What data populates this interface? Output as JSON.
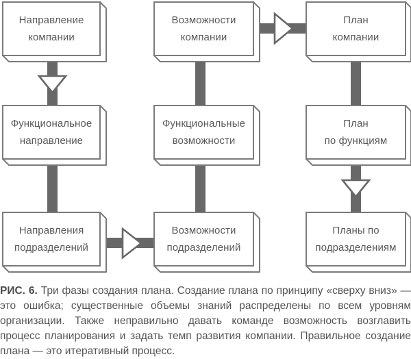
{
  "figure": {
    "type": "flow-diagram",
    "colors": {
      "box_fill": "#ffffff",
      "box_border": "#7b7b7b",
      "connector": "#686868",
      "box_text": "#595959",
      "caption_text": "#545454"
    },
    "boxes": [
      {
        "id": "company-direction",
        "line1": "Направление",
        "line2": "компании"
      },
      {
        "id": "functional-direction",
        "line1": "Функциональное",
        "line2": "направление"
      },
      {
        "id": "division-directions",
        "line1": "Направления",
        "line2": "подразделений"
      },
      {
        "id": "company-capabilities",
        "line1": "Возможности",
        "line2": "компании"
      },
      {
        "id": "functional-capabilities",
        "line1": "Функциональные",
        "line2": "возможности"
      },
      {
        "id": "division-capabilities",
        "line1": "Возможности",
        "line2": "подразделений"
      },
      {
        "id": "company-plan",
        "line1": "План",
        "line2": "компании"
      },
      {
        "id": "function-plan",
        "line1": "План",
        "line2": "по функциям"
      },
      {
        "id": "division-plans",
        "line1": "Планы по",
        "line2": "подразделениям"
      }
    ],
    "flow_arrows": [
      "company-direction → functional-direction (down)",
      "division-directions → division-capabilities (right)",
      "company-capabilities → company-plan (right)",
      "function-plan → division-plans (down)"
    ]
  },
  "caption": {
    "label": "РИС. 6.",
    "text": " Три фазы создания плана. Создание плана по принципу «сверху вниз» — это ошибка; существенные объемы знаний распределены по всем уровням организации. Также неправильно давать команде возможность возглавить процесс планирования и задать темп развития компании. Правильное создание плана — это итеративный процесс."
  }
}
